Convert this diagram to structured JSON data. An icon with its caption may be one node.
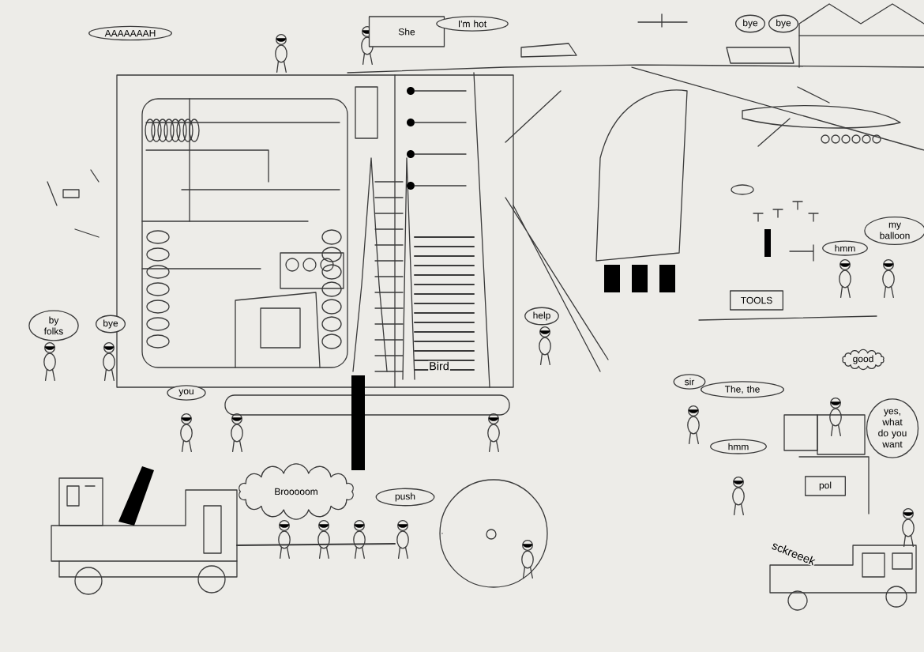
{
  "diagram": {
    "nodes": [
      {
        "text": [
          "AAAAAAAH"
        ]
      },
      {
        "text": [
          "She"
        ]
      },
      {
        "text": [
          "I'm hot"
        ]
      },
      {
        "text": [
          "bye"
        ]
      },
      {
        "text": [
          "bye"
        ]
      },
      {
        "text": [
          "my balloon"
        ]
      },
      {
        "text": [
          "hmm"
        ]
      },
      {
        "text": [
          "TOOLS"
        ]
      },
      {
        "text": [
          "by folks"
        ]
      },
      {
        "text": [
          "bye"
        ]
      },
      {
        "text": [
          "you"
        ]
      },
      {
        "text": [
          "Brooooom"
        ]
      },
      {
        "text": [
          "push"
        ]
      },
      {
        "text": [
          "help"
        ]
      },
      {
        "text": [
          "sir"
        ]
      },
      {
        "text": [
          "The, the"
        ]
      },
      {
        "text": [
          "hmm"
        ]
      },
      {
        "text": [
          "good"
        ]
      },
      {
        "text": [
          "yes, what do you want"
        ]
      },
      {
        "text": [
          "pol"
        ]
      }
    ],
    "labels": [
      "Bird",
      "sckreeek"
    ]
  }
}
